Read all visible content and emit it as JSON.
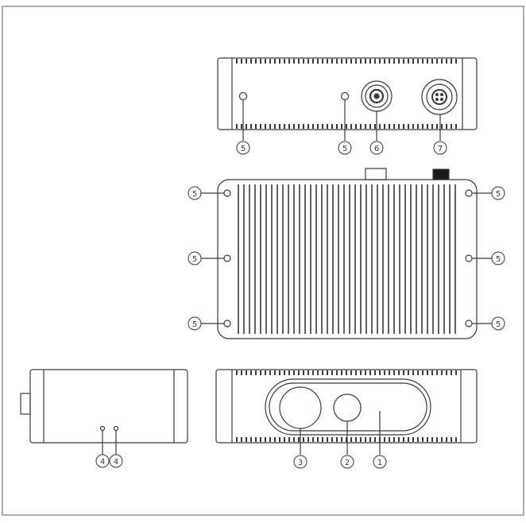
{
  "diagram": {
    "callouts": {
      "front_ports": [
        "1",
        "2",
        "3"
      ],
      "side_leds": [
        "4",
        "4"
      ],
      "screws": [
        "5",
        "5",
        "5",
        "5",
        "5",
        "5",
        "5",
        "5"
      ],
      "connector_6": "6",
      "connector_7": "7"
    },
    "colors": {
      "line": "#3a3a3a",
      "frame": "#777777",
      "background": "#ffffff"
    }
  }
}
